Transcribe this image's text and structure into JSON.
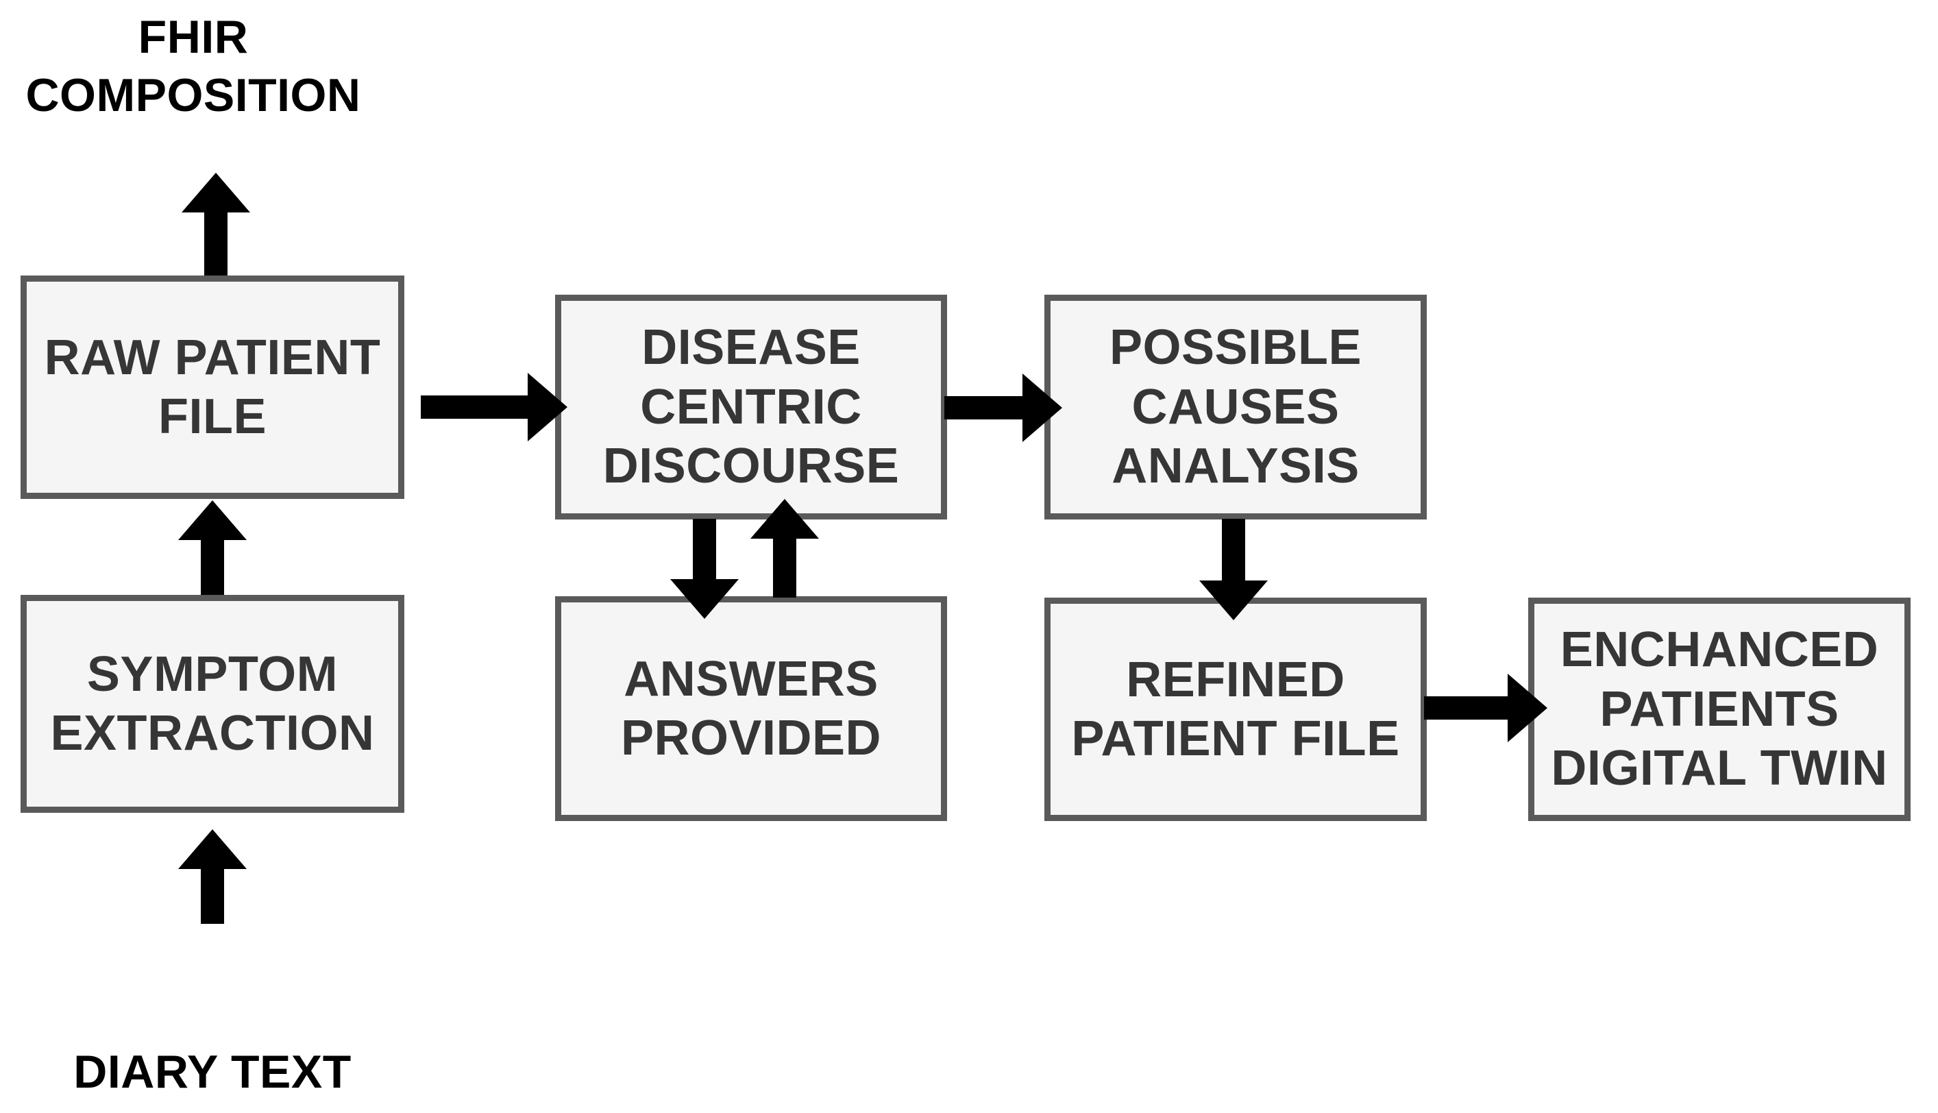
{
  "colors": {
    "background": "#ffffff",
    "box_fill": "#f5f5f5",
    "box_border": "#5a5a5a",
    "box_text": "#363636",
    "label_text": "#000000",
    "arrow": "#000000"
  },
  "labels": {
    "fhir_composition": {
      "lines": [
        "FHIR",
        "COMPOSITION"
      ]
    },
    "diary_text": "DIARY TEXT"
  },
  "boxes": {
    "raw_patient_file": {
      "lines": [
        "RAW PATIENT",
        "FILE"
      ]
    },
    "symptom_extraction": {
      "lines": [
        "SYMPTOM",
        "EXTRACTION"
      ]
    },
    "disease_centric_discourse": {
      "lines": [
        "DISEASE",
        "CENTRIC",
        "DISCOURSE"
      ]
    },
    "answers_provided": {
      "lines": [
        "ANSWERS",
        "PROVIDED"
      ]
    },
    "possible_causes_analysis": {
      "lines": [
        "POSSIBLE",
        "CAUSES",
        "ANALYSIS"
      ]
    },
    "refined_patient_file": {
      "lines": [
        "REFINED",
        "PATIENT FILE"
      ]
    },
    "enchanced_patients_digital_twin": {
      "lines": [
        "ENCHANCED",
        "PATIENTS",
        "DIGITAL TWIN"
      ]
    }
  },
  "arrows": [
    {
      "name": "diary-text-to-symptom-extraction",
      "direction": "up"
    },
    {
      "name": "symptom-extraction-to-raw-patient-file",
      "direction": "up"
    },
    {
      "name": "raw-patient-file-to-fhir-composition",
      "direction": "up"
    },
    {
      "name": "raw-patient-file-to-disease-centric-discourse",
      "direction": "right"
    },
    {
      "name": "disease-centric-discourse-to-possible-causes-analysis",
      "direction": "right"
    },
    {
      "name": "disease-centric-discourse-to-answers-provided",
      "direction": "down"
    },
    {
      "name": "answers-provided-to-disease-centric-discourse",
      "direction": "up"
    },
    {
      "name": "possible-causes-analysis-to-refined-patient-file",
      "direction": "down"
    },
    {
      "name": "refined-patient-file-to-enchanced-patients-digital-twin",
      "direction": "right"
    }
  ]
}
